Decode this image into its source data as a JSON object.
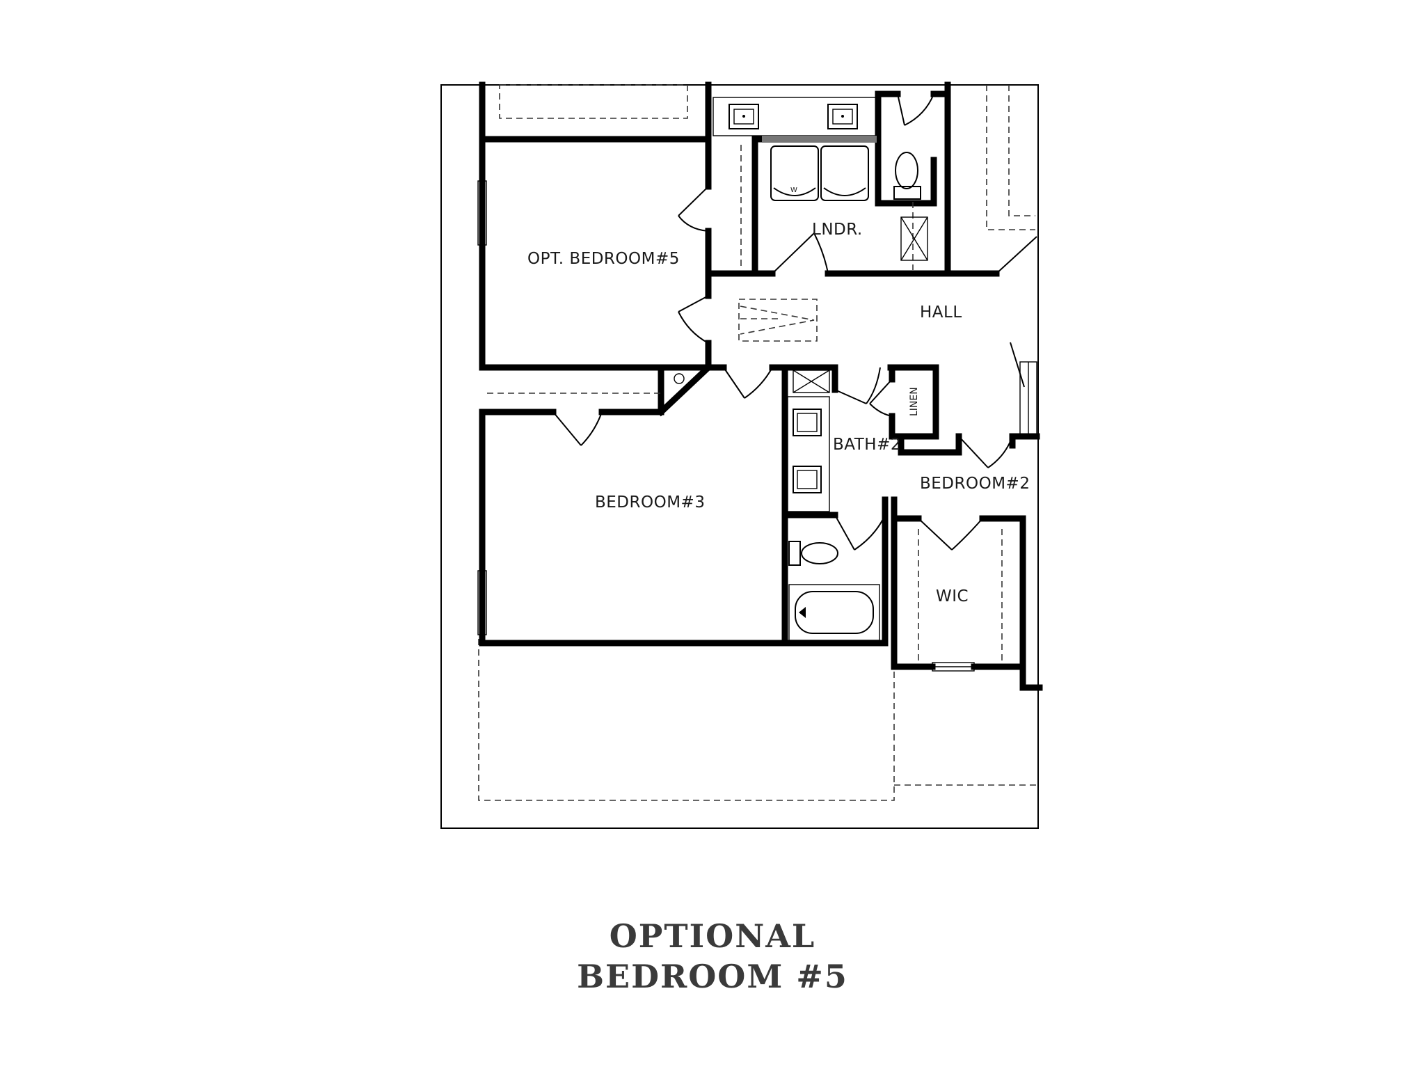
{
  "rooms": {
    "opt_bedroom5": "OPT. BEDROOM#5",
    "lndr": "LNDR.",
    "hall": "HALL",
    "linen": "LINEN",
    "bath2": "BATH#2",
    "bedroom2": "BEDROOM#2",
    "bedroom3": "BEDROOM#3",
    "wic": "WIC"
  },
  "fixtures": {
    "washer_mark": "W"
  },
  "caption": {
    "line1": "OPTIONAL",
    "line2": "BEDROOM #5"
  }
}
